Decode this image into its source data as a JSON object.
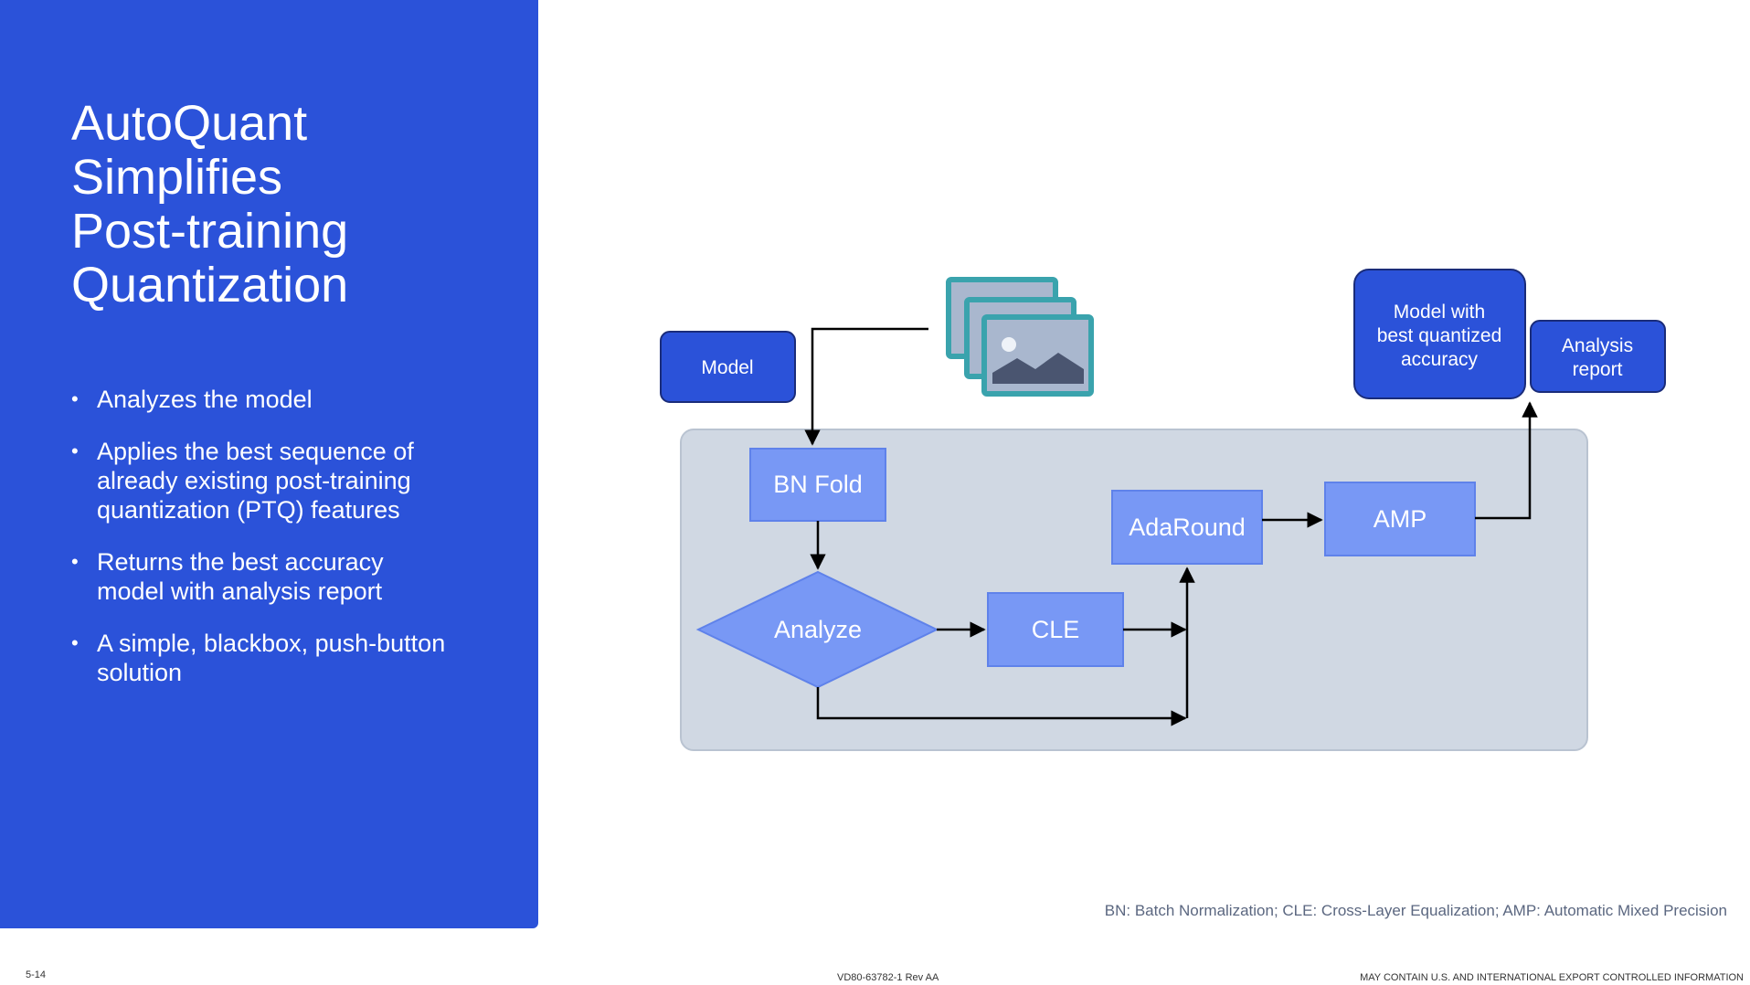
{
  "title_lines": [
    "AutoQuant",
    "Simplifies",
    "Post-training",
    "Quantization"
  ],
  "bullets": [
    "Analyzes the model",
    "Applies the best sequence of already existing post-training quantization (PTQ) features",
    "Returns the best accuracy model with analysis report",
    "A simple, blackbox, push-button solution"
  ],
  "diagram": {
    "model_label": "Model",
    "images_icon": "stacked-images-icon",
    "bn_fold_label": "BN Fold",
    "analyze_label": "Analyze",
    "cle_label": "CLE",
    "adaround_label": "AdaRound",
    "amp_label": "AMP",
    "output_model_lines": [
      "Model with",
      "best quantized",
      "accuracy"
    ],
    "analysis_report_lines": [
      "Analysis",
      "report"
    ],
    "colors": {
      "dark_box": "#2b52d9",
      "light_box": "#7898f5",
      "container": "#d0d8e3",
      "icon_border": "#3aa3ad"
    }
  },
  "footnote": "BN: Batch Normalization; CLE: Cross-Layer Equalization; AMP: Automatic Mixed Precision",
  "footer": {
    "page_number": "5-14",
    "doc_id": "VD80-63782-1 Rev AA",
    "notice": "MAY CONTAIN U.S. AND INTERNATIONAL EXPORT CONTROLLED INFORMATION"
  }
}
